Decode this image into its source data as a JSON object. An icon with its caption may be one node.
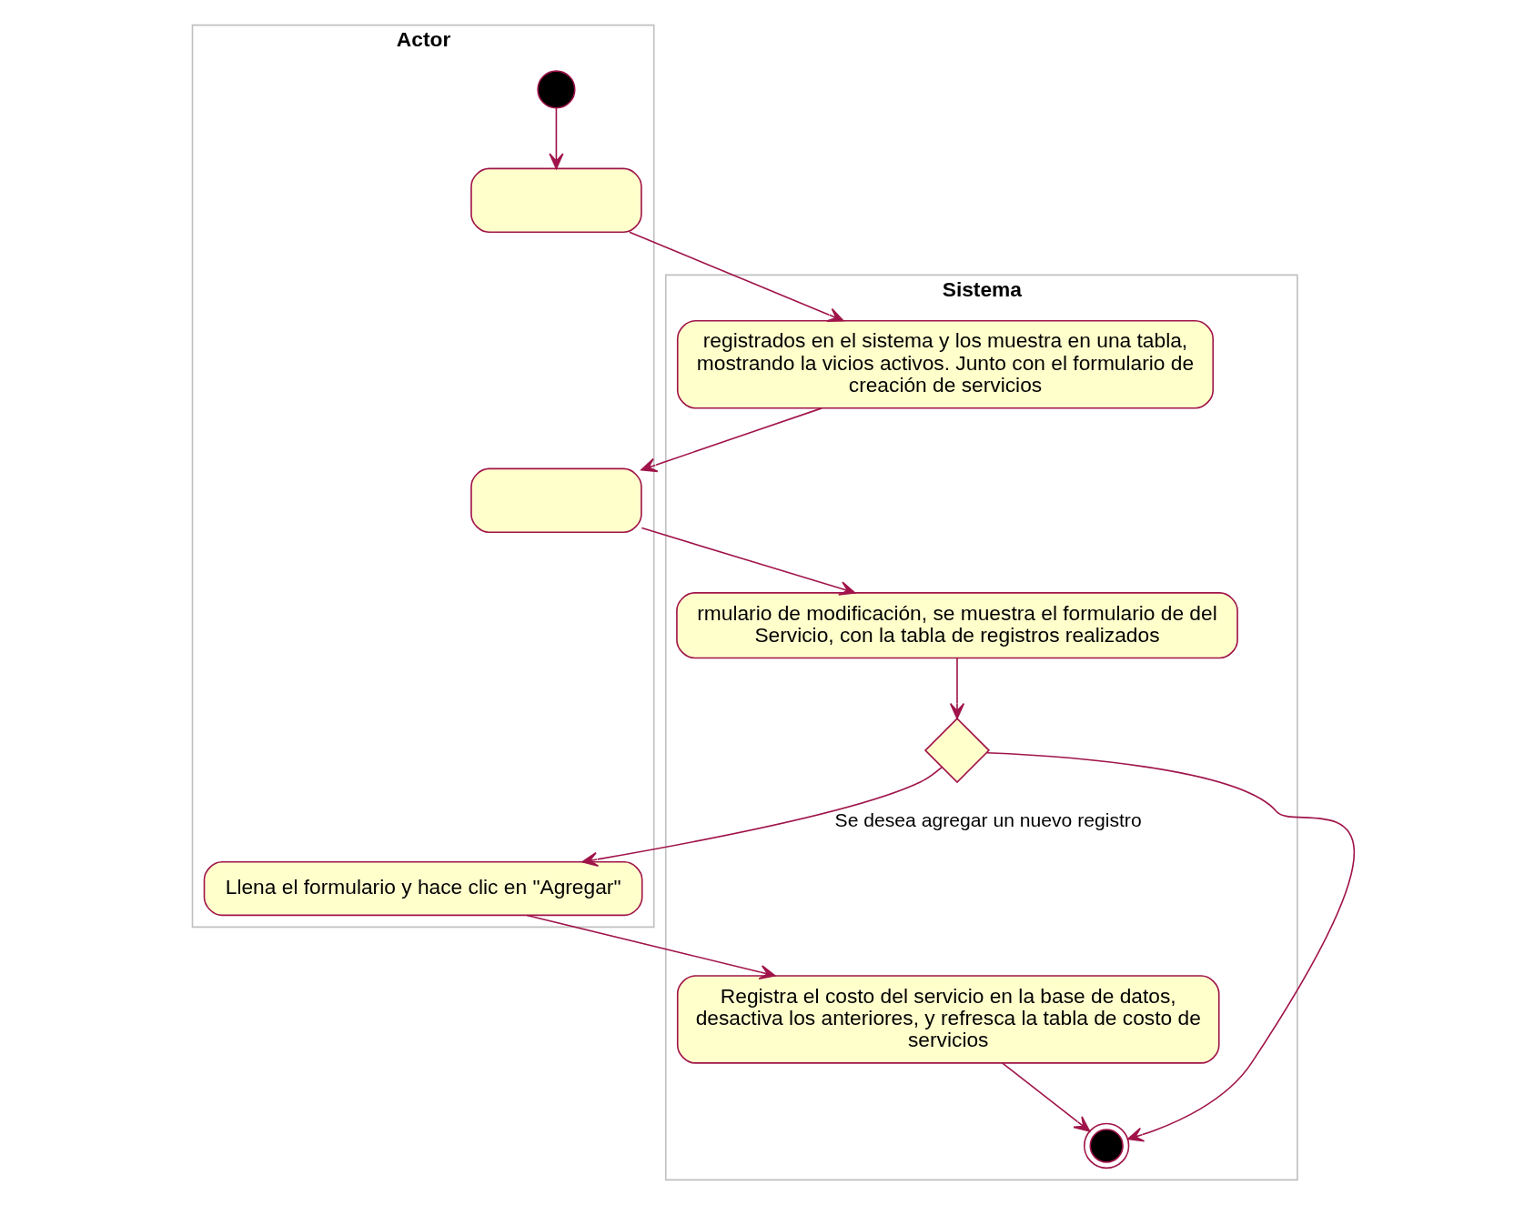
{
  "diagram": {
    "nodes": [
      {
        "text": [
          "Actor"
        ]
      },
      {
        "text": [
          "Sistema"
        ]
      },
      {
        "text": [],
        "shape": "circle",
        "in": 0
      },
      {
        "text": [],
        "shape": "box",
        "in": 0
      },
      {
        "text": [
          "registrados en el sistema y los muestra en una tabla, mostrando la vicios activos. Junto con el formulario de creación de servicios"
        ],
        "in": 1
      },
      {
        "text": [],
        "shape": "box",
        "in": 0
      },
      {
        "text": [
          "rmulario de modificación, se muestra el formulario de del Servicio, con la tabla de registros realizados"
        ],
        "in": 1
      },
      {
        "text": [],
        "shape": "diamond",
        "in": 1
      },
      {
        "text": [
          "Llena el formulario y hace clic en \"Agregar\""
        ],
        "in": 0
      },
      {
        "text": [
          "Registra el costo del servicio en la base de datos, desactiva los anteriores, y refresca la tabla de costo de servicios"
        ],
        "in": 1
      },
      {
        "text": [],
        "shape": "circle",
        "in": 1
      }
    ],
    "edges": [
      {
        "from": 2,
        "to": 3,
        "arrow": "to"
      },
      {
        "from": 3,
        "to": 4,
        "arrow": "to"
      },
      {
        "from": 4,
        "to": 5,
        "arrow": "to"
      },
      {
        "from": 5,
        "to": 6,
        "arrow": "to"
      },
      {
        "from": 6,
        "to": 7,
        "arrow": "to"
      },
      {
        "from": 7,
        "to": 8,
        "label": "Se desea agregar un nuevo registro",
        "arrow": "to"
      },
      {
        "from": 7,
        "to": 10,
        "arrow": "to"
      },
      {
        "from": 8,
        "to": 9,
        "arrow": "to"
      },
      {
        "from": 9,
        "to": 10,
        "arrow": "to"
      }
    ]
  }
}
